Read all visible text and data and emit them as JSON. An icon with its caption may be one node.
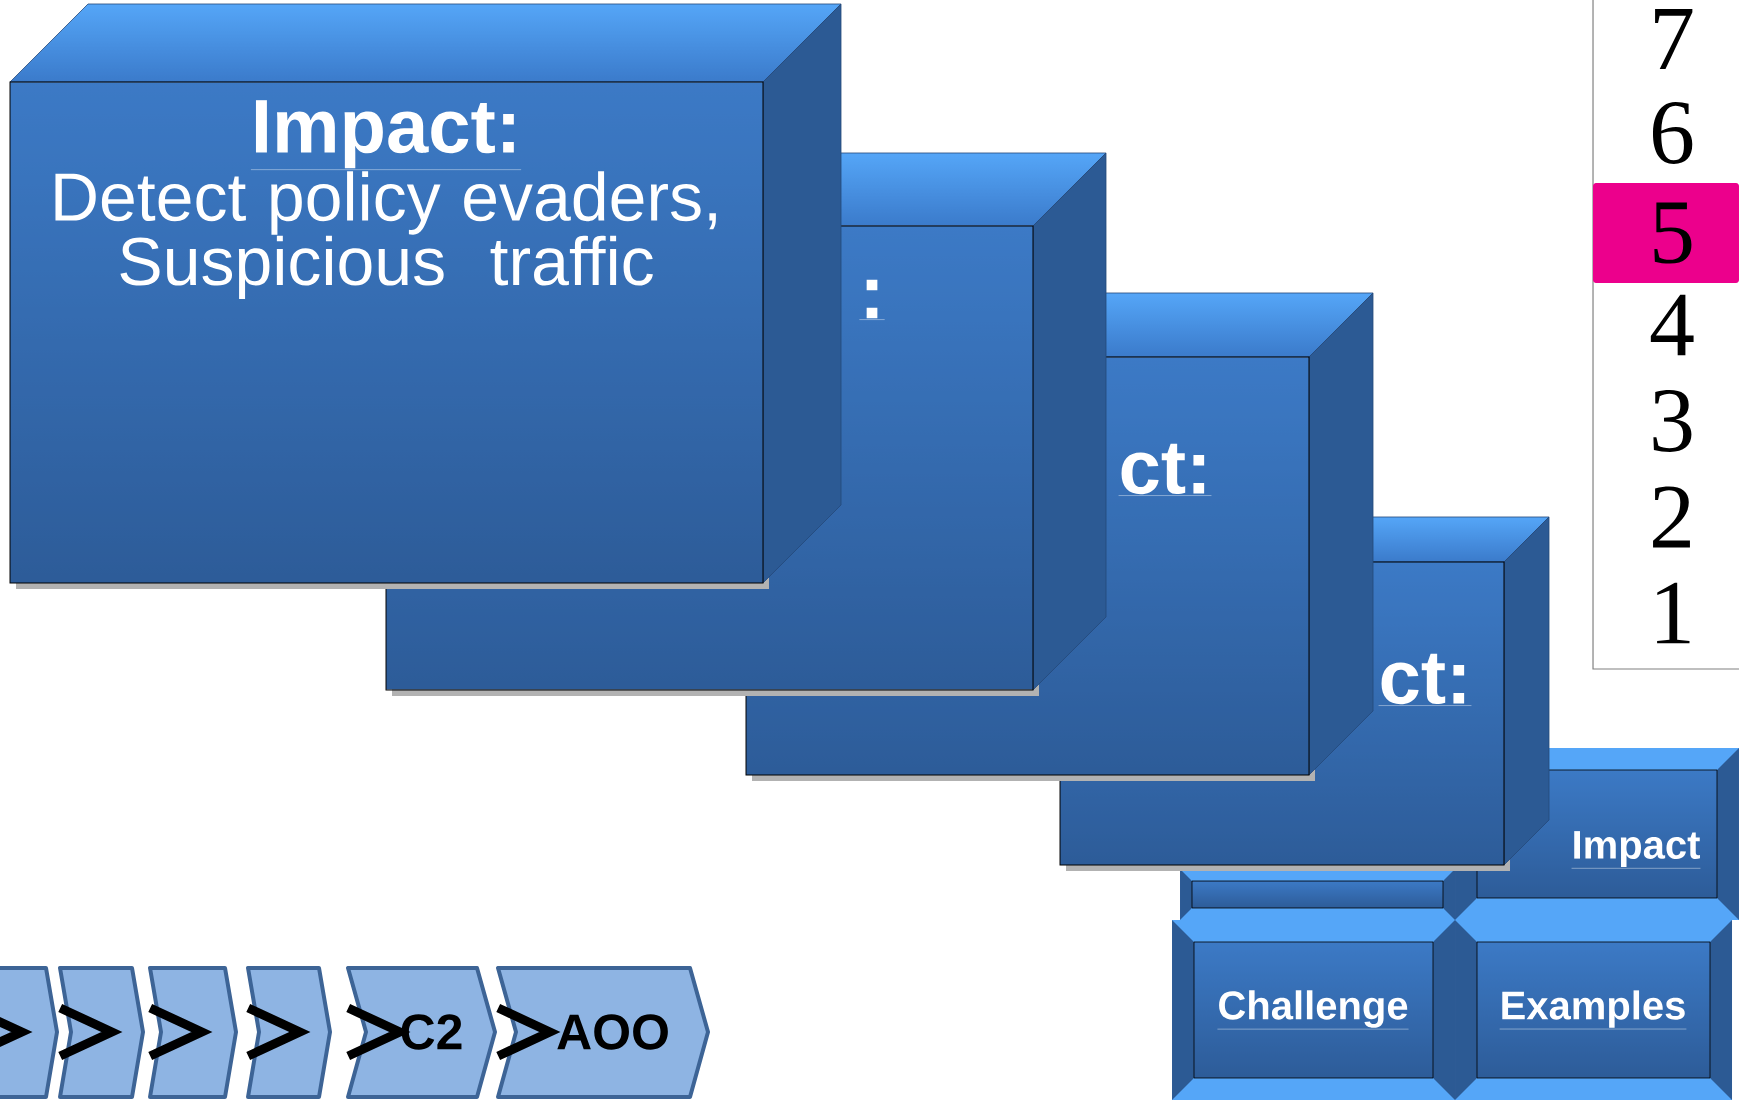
{
  "diagram": {
    "nodes": [
      {
        "text": [
          "Impact:",
          "Detect policy evaders, Suspicious traffic"
        ]
      },
      {
        "text": [
          ":"
        ]
      },
      {
        "text": [
          "ct:"
        ]
      },
      {
        "text": [
          "ct:"
        ]
      },
      {
        "text": [],
        "shape": "box"
      },
      {
        "text": [
          "Impact"
        ]
      },
      {
        "text": [
          "Challenge"
        ]
      },
      {
        "text": [
          "Examples"
        ]
      },
      {
        "text": [],
        "shape": "chevron"
      },
      {
        "text": [],
        "shape": "chevron"
      },
      {
        "text": [],
        "shape": "chevron"
      },
      {
        "text": [],
        "shape": "chevron"
      },
      {
        "text": [
          "C2"
        ]
      },
      {
        "text": [
          "AOO"
        ]
      },
      {
        "text": [
          "5"
        ]
      }
    ],
    "edges": [
      {
        "from": null,
        "to": 8,
        "arrow": "to"
      },
      {
        "from": 8,
        "to": 9,
        "arrow": "to"
      },
      {
        "from": 9,
        "to": 10,
        "arrow": "to"
      },
      {
        "from": 10,
        "to": 11,
        "arrow": "to"
      },
      {
        "from": 11,
        "to": 12,
        "arrow": "to"
      },
      {
        "from": 12,
        "to": 13,
        "arrow": "to"
      }
    ],
    "labels": [
      "7",
      "6",
      "4",
      "3",
      "2",
      "1"
    ]
  }
}
